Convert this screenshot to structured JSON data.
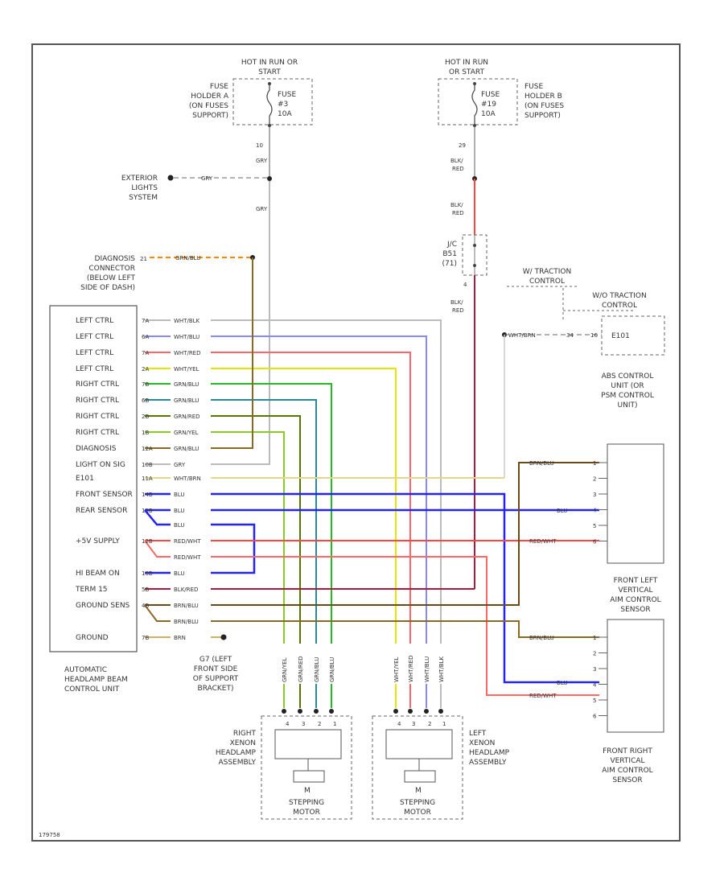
{
  "fuse1": {
    "header": [
      "HOT IN RUN OR",
      "START"
    ],
    "holder": [
      "FUSE",
      "HOLDER A",
      "(ON FUSES",
      "SUPPORT)"
    ],
    "fuse": [
      "FUSE",
      "#3",
      "10A"
    ],
    "pin": "10",
    "wire_top": "GRY",
    "wire_bottom": "GRY"
  },
  "fuse2": {
    "header": [
      "HOT IN RUN",
      "OR START"
    ],
    "holder": [
      "FUSE",
      "HOLDER B",
      "(ON FUSES",
      "SUPPORT)"
    ],
    "fuse": [
      "FUSE",
      "#19",
      "10A"
    ],
    "pin": "29",
    "wire_top": [
      "BLK/",
      "RED"
    ],
    "wire_mid": [
      "BLK/",
      "RED"
    ],
    "wire_bottom": [
      "BLK/",
      "RED"
    ]
  },
  "exterior": [
    "EXTERIOR",
    "LIGHTS",
    "SYSTEM"
  ],
  "jc": [
    "J/C",
    "B51",
    "(71)"
  ],
  "jc_pin": "4",
  "diag_connector": {
    "label": [
      "DIAGNOSIS",
      "CONNECTOR",
      "(BELOW LEFT",
      "SIDE OF DASH)"
    ],
    "pin": "21",
    "wire": "GRN/BLU"
  },
  "traction": {
    "outer": [
      "W/ TRACTION",
      "CONTROL"
    ],
    "inner": [
      "W/O TRACTION",
      "CONTROL"
    ],
    "box_label": "E101",
    "pin_a": "34",
    "pin_b": "16",
    "wire": "WHT/BRN"
  },
  "abs": [
    "ABS CONTROL",
    "UNIT (OR",
    "PSM CONTROL",
    "UNIT)"
  ],
  "control_unit": {
    "title": [
      "AUTOMATIC",
      "HEADLAMP BEAM",
      "CONTROL UNIT"
    ],
    "rows": [
      {
        "label": "LEFT CTRL",
        "pin": "7A",
        "wire": "WHT/BLK"
      },
      {
        "label": "LEFT CTRL",
        "pin": "6A",
        "wire": "WHT/BLU"
      },
      {
        "label": "LEFT CTRL",
        "pin": "7A",
        "wire": "WHT/RED"
      },
      {
        "label": "LEFT CTRL",
        "pin": "2A",
        "wire": "WHT/YEL"
      },
      {
        "label": "RIGHT CTRL",
        "pin": "7B",
        "wire": "GRN/BLU"
      },
      {
        "label": "RIGHT CTRL",
        "pin": "6B",
        "wire": "GRN/BLU"
      },
      {
        "label": "RIGHT CTRL",
        "pin": "2B",
        "wire": "GRN/RED"
      },
      {
        "label": "RIGHT CTRL",
        "pin": "1B",
        "wire": "GRN/YEL"
      },
      {
        "label": "DIAGNOSIS",
        "pin": "12A",
        "wire": "GRN/BLU"
      },
      {
        "label": "LIGHT ON SIG",
        "pin": "10B",
        "wire": "GRY"
      },
      {
        "label": "E101",
        "pin": "11A",
        "wire": "WHT/BRN"
      },
      {
        "label": "FRONT SENSOR",
        "pin": "14B",
        "wire": "BLU"
      },
      {
        "label": "REAR SENSOR",
        "pin": "13B",
        "wire": "BLU"
      },
      {
        "label": "",
        "pin": "",
        "wire": "BLU"
      },
      {
        "label": "+5V SUPPLY",
        "pin": "12B",
        "wire": "RED/WHT"
      },
      {
        "label": "",
        "pin": "",
        "wire": "RED/WHT"
      },
      {
        "label": "HI BEAM ON",
        "pin": "10B",
        "wire": "BLU"
      },
      {
        "label": "TERM 15",
        "pin": "5B",
        "wire": "BLK/RED"
      },
      {
        "label": "GROUND SENS",
        "pin": "4B",
        "wire": "BRN/BLU"
      },
      {
        "label": "",
        "pin": "",
        "wire": "BRN/BLU"
      },
      {
        "label": "GROUND",
        "pin": "7B",
        "wire": "BRN"
      }
    ]
  },
  "ground_label": [
    "G7 (LEFT",
    "FRONT SIDE",
    "OF SUPPORT",
    "BRACKET)"
  ],
  "right_headlamp": {
    "label": [
      "RIGHT",
      "XENON",
      "HEADLAMP",
      "ASSEMBLY"
    ],
    "wires": [
      "GRN/YEL",
      "GRN/RED",
      "GRN/BLU",
      "GRN/BLU"
    ],
    "pins": [
      "4",
      "3",
      "2",
      "1"
    ],
    "motor": "M",
    "motor_label": [
      "STEPPING",
      "MOTOR"
    ]
  },
  "left_headlamp": {
    "label": [
      "LEFT",
      "XENON",
      "HEADLAMP",
      "ASSEMBLY"
    ],
    "wires": [
      "WHT/YEL",
      "WHT/RED",
      "WHT/BLU",
      "WHT/BLK"
    ],
    "pins": [
      "4",
      "3",
      "2",
      "1"
    ],
    "motor": "M",
    "motor_label": [
      "STEPPING",
      "MOTOR"
    ]
  },
  "sensor_fl": {
    "label": [
      "FRONT LEFT",
      "VERTICAL",
      "AIM CONTROL",
      "SENSOR"
    ],
    "pins": [
      "1",
      "2",
      "3",
      "4",
      "5",
      "6"
    ],
    "wires": [
      "BRN/BLU",
      "BLU",
      "RED/WHT"
    ]
  },
  "sensor_fr": {
    "label": [
      "FRONT RIGHT",
      "VERTICAL",
      "AIM CONTROL",
      "SENSOR"
    ],
    "pins": [
      "1",
      "2",
      "3",
      "4",
      "5",
      "6"
    ],
    "wires": [
      "BRN/BLU",
      "BLU",
      "RED/WHT"
    ]
  },
  "footer": "179758",
  "colors": {
    "blue": "#2222ff",
    "red": "#ff4444",
    "dark_red": "#aa1a3a",
    "green": "#22bb22",
    "olive": "#557700",
    "yellow": "#e6e600",
    "brown": "#8a6a22",
    "gray": "#bbbbbb",
    "dark_brown": "#6b4a1a",
    "orange": "#ff8800"
  }
}
